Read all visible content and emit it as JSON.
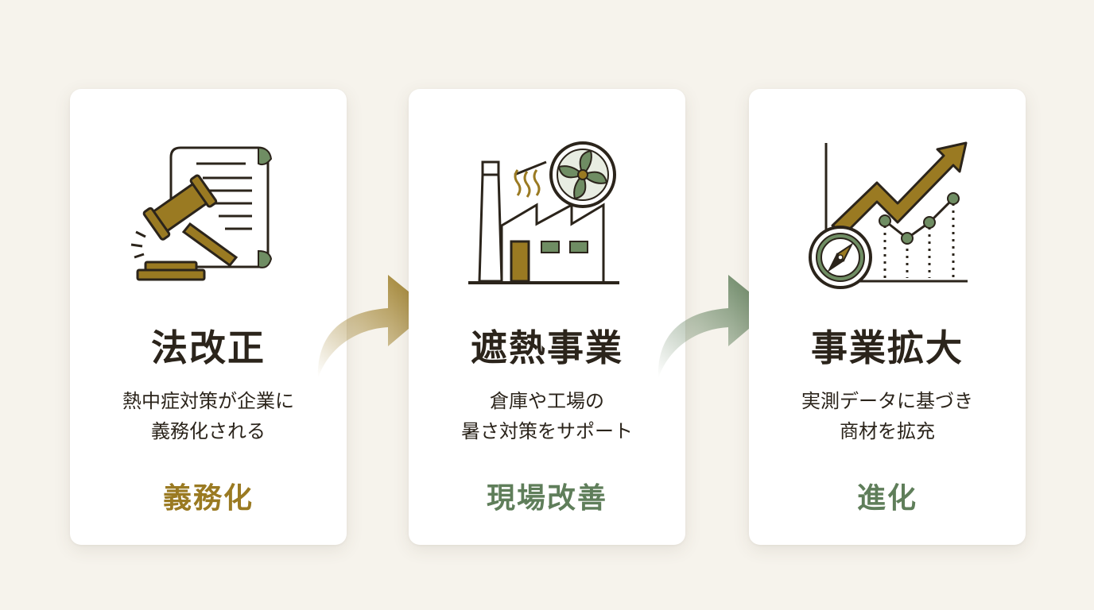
{
  "steps": [
    {
      "title": "法改正",
      "desc_lines": [
        "熱中症対策が企業に",
        "義務化される"
      ],
      "tag": "義務化",
      "icon": "gavel-scroll-icon"
    },
    {
      "title": "遮熱事業",
      "desc_lines": [
        "倉庫や工場の",
        "暑さ対策をサポート"
      ],
      "tag": "現場改善",
      "icon": "factory-fan-icon"
    },
    {
      "title": "事業拡大",
      "desc_lines": [
        "実測データに基づき",
        "商材を拡充"
      ],
      "tag": "進化",
      "icon": "growth-chart-compass-icon"
    }
  ],
  "colors": {
    "gold": "#9a7a22",
    "green": "#5f7e5a",
    "dark": "#2b241b",
    "background": "#f6f3ec"
  }
}
